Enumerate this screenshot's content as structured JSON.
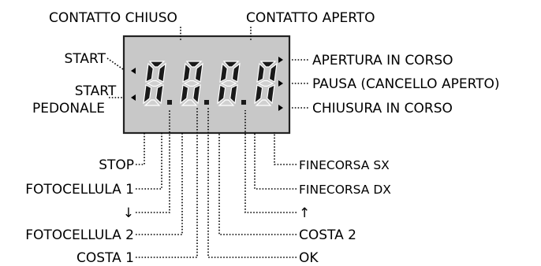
{
  "top_labels": {
    "closed_contact": "CONTATTO CHIUSO",
    "open_contact": "CONTATTO APERTO"
  },
  "left_labels": {
    "start": "START",
    "start_pedonale_line1": "START",
    "start_pedonale_line2": "PEDONALE"
  },
  "right_labels": {
    "opening": "APERTURA IN CORSO",
    "pause": "PAUSA (CANCELLO APERTO)",
    "closing": "CHIUSURA IN CORSO"
  },
  "bottom_left_labels": {
    "stop": "STOP",
    "photocell_1": "FOTOCELLULA 1",
    "arrow_down": "↓",
    "photocell_2": "FOTOCELLULA 2",
    "edge_1": "COSTA 1"
  },
  "bottom_right_labels": {
    "limit_left": "FINECORSA SX",
    "limit_right": "FINECORSA DX",
    "arrow_up": "↑",
    "edge_2": "COSTA 2",
    "ok": "OK"
  },
  "colors": {
    "display_bg": "#c8c8c8",
    "segment_on": "#1a1a1a",
    "segment_off": "#d0d0d0"
  }
}
